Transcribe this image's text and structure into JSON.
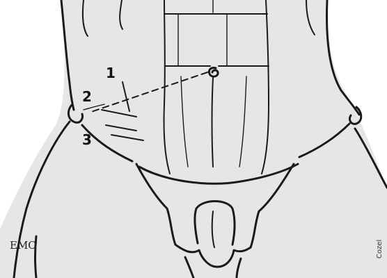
{
  "figure": {
    "labels": [
      {
        "id": "1",
        "text": "1"
      },
      {
        "id": "2",
        "text": "2"
      },
      {
        "id": "3",
        "text": "3"
      }
    ],
    "watermark": {
      "text": "EMC"
    },
    "signature": {
      "text": "Cozel"
    },
    "colors": {
      "skin": "#e6e6e6",
      "background": "#ffffff",
      "ink": "#1a1a1a"
    }
  }
}
